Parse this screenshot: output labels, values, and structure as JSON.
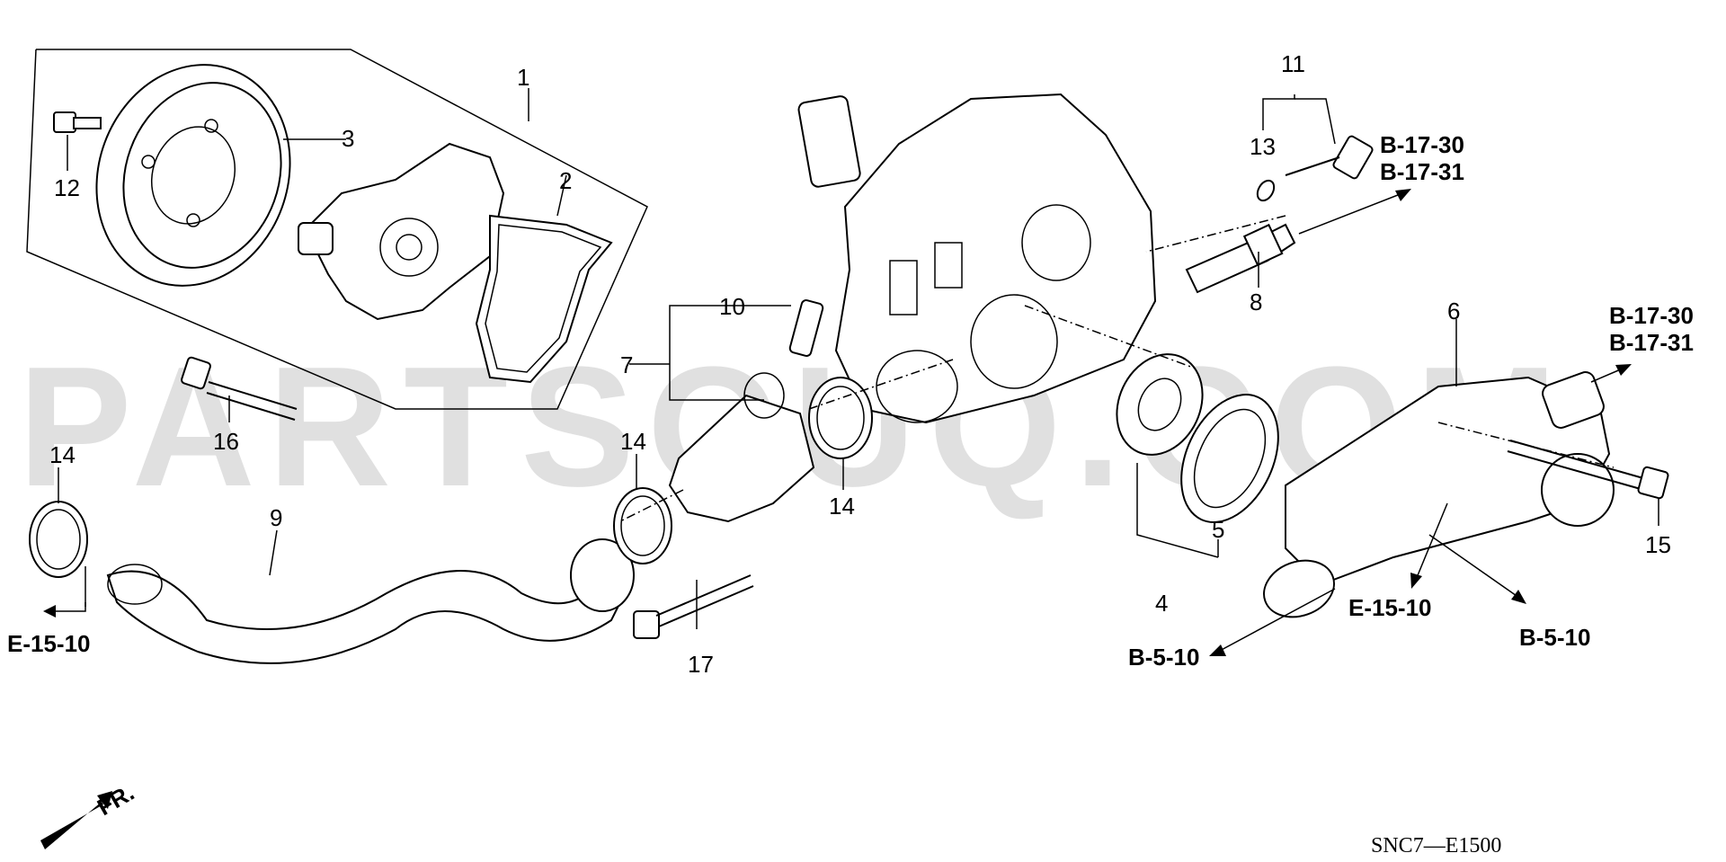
{
  "watermark": "PARTSOUQ.COM",
  "diagram_code": "SNC7—E1500",
  "front_marker": "FR.",
  "callouts": [
    {
      "id": "label-1",
      "text": "1"
    },
    {
      "id": "label-2",
      "text": "2"
    },
    {
      "id": "label-3",
      "text": "3"
    },
    {
      "id": "label-4",
      "text": "4"
    },
    {
      "id": "label-5",
      "text": "5"
    },
    {
      "id": "label-6",
      "text": "6"
    },
    {
      "id": "label-7",
      "text": "7"
    },
    {
      "id": "label-8",
      "text": "8"
    },
    {
      "id": "label-9",
      "text": "9"
    },
    {
      "id": "label-10",
      "text": "10"
    },
    {
      "id": "label-11",
      "text": "11"
    },
    {
      "id": "label-12",
      "text": "12"
    },
    {
      "id": "label-13",
      "text": "13"
    },
    {
      "id": "label-14a",
      "text": "14"
    },
    {
      "id": "label-14b",
      "text": "14"
    },
    {
      "id": "label-14c",
      "text": "14"
    },
    {
      "id": "label-15",
      "text": "15"
    },
    {
      "id": "label-16",
      "text": "16"
    },
    {
      "id": "label-17",
      "text": "17"
    }
  ],
  "references": [
    {
      "id": "ref-b1730-top",
      "text": "B-17-30"
    },
    {
      "id": "ref-b1731-top",
      "text": "B-17-31"
    },
    {
      "id": "ref-b1730-right",
      "text": "B-17-30"
    },
    {
      "id": "ref-b1731-right",
      "text": "B-17-31"
    },
    {
      "id": "ref-e1510-left",
      "text": "E-15-10"
    },
    {
      "id": "ref-e1510-right",
      "text": "E-15-10"
    },
    {
      "id": "ref-b510-left",
      "text": "B-5-10"
    },
    {
      "id": "ref-b510-right",
      "text": "B-5-10"
    }
  ]
}
